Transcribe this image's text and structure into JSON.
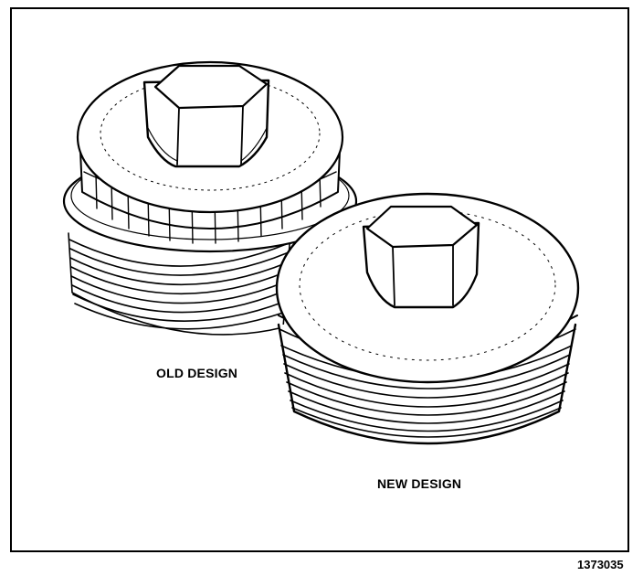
{
  "labels": {
    "old_design": "OLD DESIGN",
    "new_design": "NEW DESIGN"
  },
  "figure_id": "1373035",
  "colors": {
    "line": "#000000",
    "background": "#ffffff"
  },
  "icons": {
    "old_cap": "oil-filter-cap-old-design",
    "new_cap": "oil-filter-cap-new-design"
  }
}
